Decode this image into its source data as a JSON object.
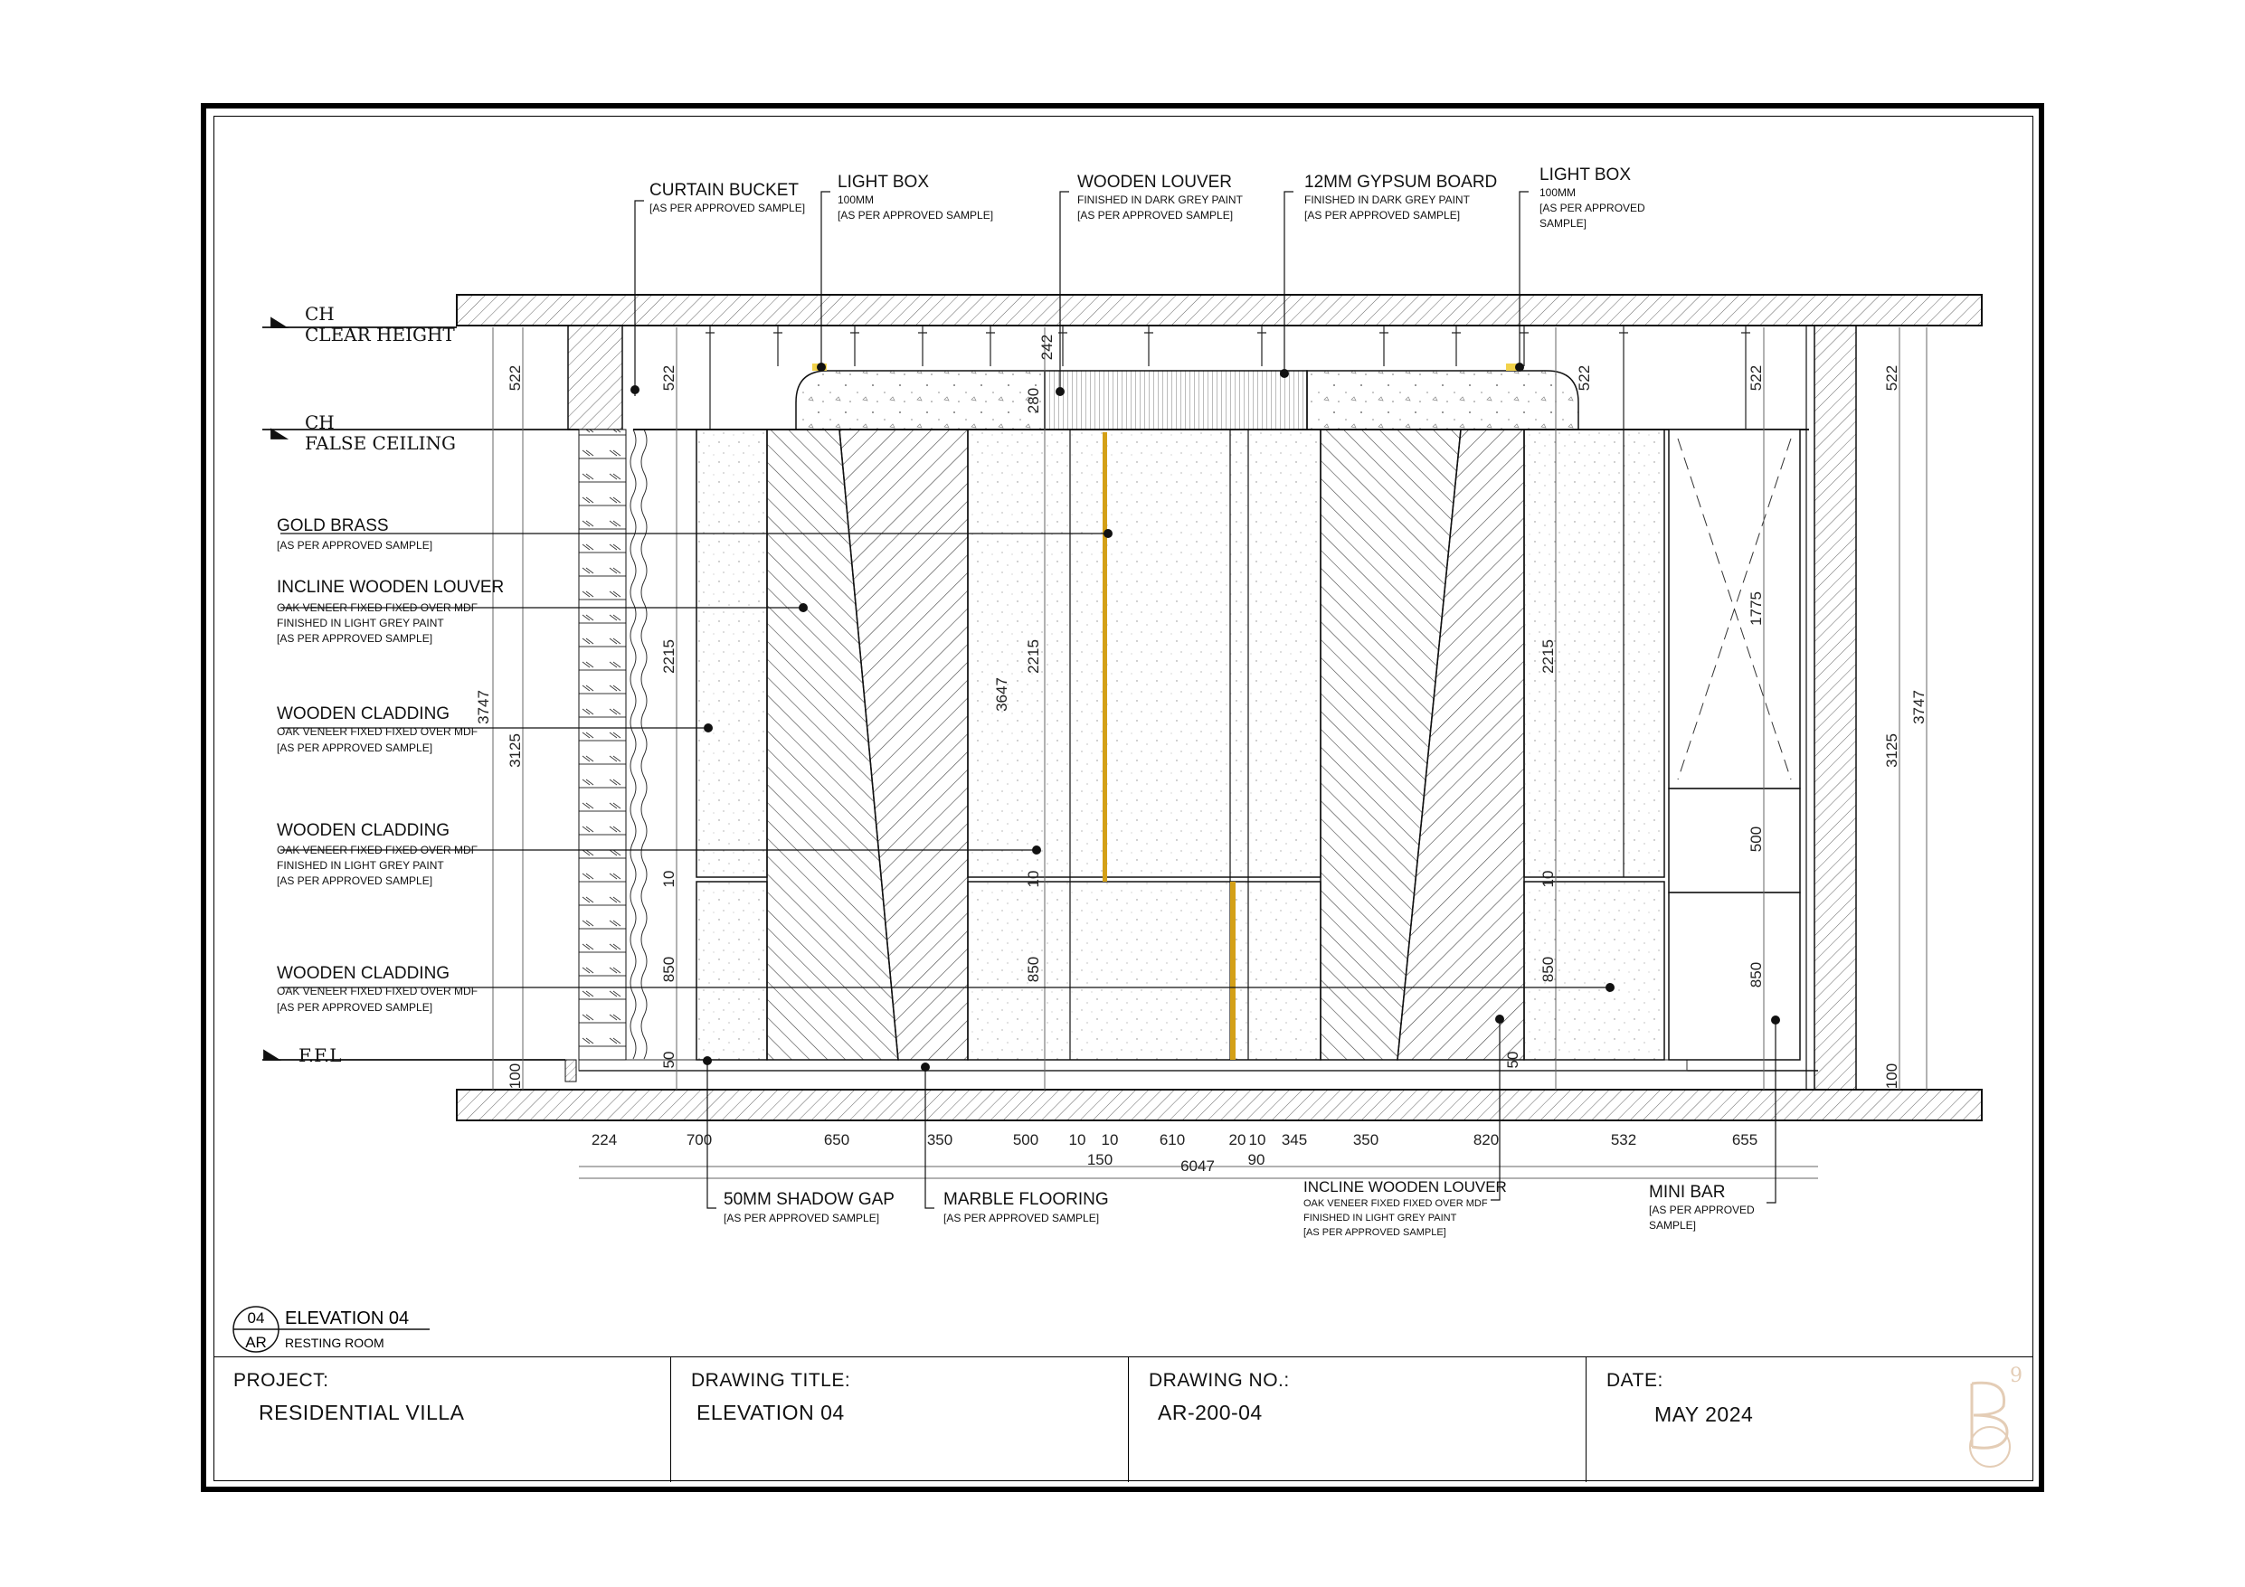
{
  "levels": {
    "ch_label": "CH",
    "clear_height": "CLEAR  HEIGHT",
    "false_ceiling": "FALSE  CEILING",
    "ffl": "F.F.L"
  },
  "callouts_top": [
    {
      "title": "CURTAIN BUCKET",
      "lines": [
        "[AS PER APPROVED SAMPLE]"
      ]
    },
    {
      "title": "LIGHT BOX",
      "lines": [
        "100MM",
        "[AS PER APPROVED SAMPLE]"
      ]
    },
    {
      "title": "WOODEN LOUVER",
      "lines": [
        "FINISHED IN DARK GREY PAINT",
        "[AS PER APPROVED SAMPLE]"
      ]
    },
    {
      "title": "12MM GYPSUM BOARD",
      "lines": [
        "FINISHED IN DARK GREY PAINT",
        "[AS PER APPROVED SAMPLE]"
      ]
    },
    {
      "title": "LIGHT BOX",
      "lines": [
        "100MM",
        "[AS PER APPROVED",
        "SAMPLE]"
      ]
    }
  ],
  "callouts_left": [
    {
      "title": "GOLD BRASS",
      "lines": [
        "[AS PER APPROVED SAMPLE]"
      ]
    },
    {
      "title": "INCLINE WOODEN LOUVER",
      "lines": [
        "OAK VENEER FIXED FIXED OVER MDF",
        "FINISHED IN LIGHT GREY PAINT",
        "[AS PER APPROVED SAMPLE]"
      ]
    },
    {
      "title": "WOODEN CLADDING",
      "lines": [
        "OAK VENEER FIXED FIXED OVER MDF",
        "[AS PER APPROVED SAMPLE]"
      ]
    },
    {
      "title": "WOODEN CLADDING",
      "lines": [
        "OAK VENEER FIXED FIXED OVER MDF",
        "FINISHED IN LIGHT GREY PAINT",
        "[AS PER APPROVED SAMPLE]"
      ]
    },
    {
      "title": "WOODEN CLADDING",
      "lines": [
        "OAK VENEER FIXED FIXED OVER MDF",
        "[AS PER APPROVED SAMPLE]"
      ]
    }
  ],
  "callouts_bottom": [
    {
      "title": "50MM SHADOW GAP",
      "lines": [
        "[AS PER APPROVED SAMPLE]"
      ]
    },
    {
      "title": "MARBLE FLOORING",
      "lines": [
        "[AS PER APPROVED SAMPLE]"
      ]
    },
    {
      "title": "INCLINE WOODEN LOUVER",
      "lines": [
        "OAK VENEER FIXED FIXED OVER MDF",
        "FINISHED IN LIGHT GREY PAINT",
        "[AS PER APPROVED SAMPLE]"
      ]
    },
    {
      "title": "MINI BAR",
      "lines": [
        "[AS PER APPROVED",
        "SAMPLE]"
      ]
    }
  ],
  "dims_bottom": [
    "224",
    "700",
    "650",
    "350",
    "500",
    "10",
    "10",
    "610",
    "20",
    "10",
    "345",
    "350",
    "820",
    "532",
    "655"
  ],
  "dims_bottom_sub": [
    "150",
    "6047",
    "90"
  ],
  "dims_vertical": {
    "left_outer_total": "3747",
    "left_outer_main": "3125",
    "left_outer_top": "522",
    "left_outer_base": "100",
    "left_inner_top": "522",
    "left_inner_upper": "2215",
    "left_inner_gap": "10",
    "left_inner_lower": "850",
    "left_inner_base": "50",
    "center_total": "3647",
    "center_upper": "2215",
    "center_gap": "10",
    "center_lower": "850",
    "center_louver": "280",
    "center_louver_top": "242",
    "right_upper": "2215",
    "right_gap": "10",
    "right_lower": "850",
    "right_base": "50",
    "right_top": "522",
    "bar_top": "522",
    "bar_upper": "1775",
    "bar_mid": "500",
    "bar_lower": "850",
    "right_outer_top": "522",
    "right_outer_main": "3125",
    "right_outer_total": "3747",
    "right_outer_base": "100"
  },
  "view_tag": {
    "number": "04",
    "sheet": "AR",
    "title": "ELEVATION 04",
    "subtitle": "RESTING ROOM"
  },
  "title_block": {
    "project_label": "PROJECT:",
    "project_value": "RESIDENTIAL VILLA",
    "title_label": "DRAWING TITLE:",
    "title_value": "ELEVATION 04",
    "number_label": "DRAWING NO.:",
    "number_value": "AR-200-04",
    "date_label": "DATE:",
    "date_value": "MAY 2024"
  },
  "colors": {
    "line": "#111111",
    "hatch": "#555555",
    "gold": "#d4a017",
    "light": "#f2d24a",
    "seal": "#e4cdb6"
  }
}
